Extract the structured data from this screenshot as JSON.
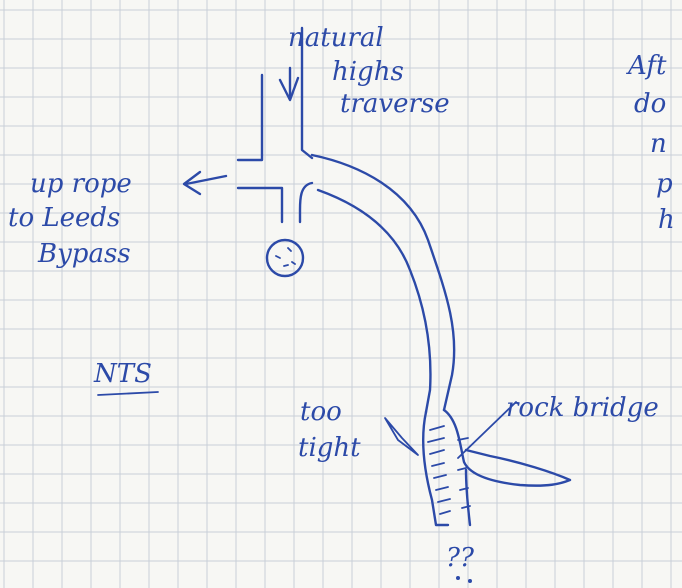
{
  "notes": {
    "natural": "natural",
    "highs": "highs",
    "traverse": "traverse",
    "up_rope": "up rope",
    "to_leeds": "to Leeds",
    "bypass": "Bypass",
    "nts": "NTS",
    "too": "too",
    "tight": "tight",
    "rock_bridge": "rock bridge",
    "unknown": "??",
    "margin_partial": [
      "Aft",
      "do",
      "n",
      "p",
      "h"
    ]
  },
  "colors": {
    "ink": "#2c4aa8",
    "paper": "#f7f7f4",
    "grid": "#c9cfd8"
  }
}
